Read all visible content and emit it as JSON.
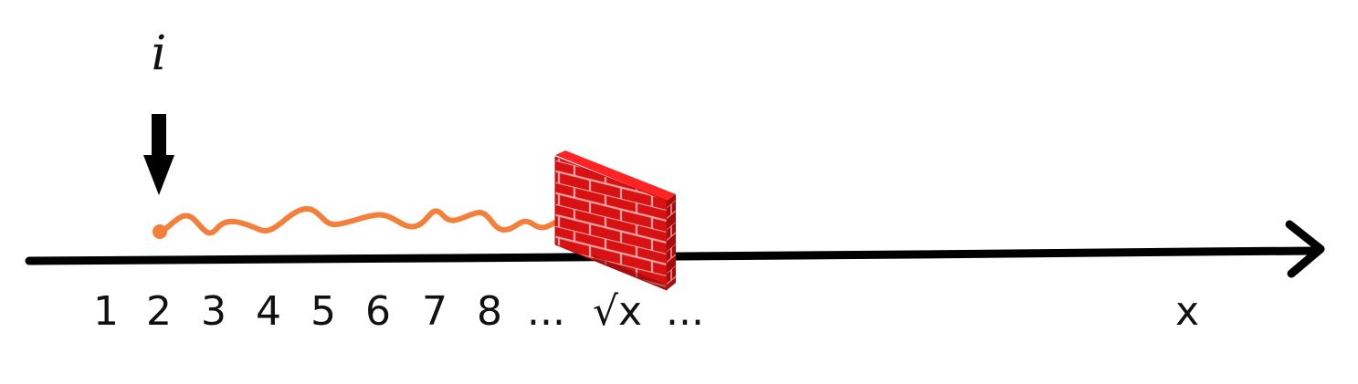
{
  "pointer": {
    "label": "i"
  },
  "axis": {
    "ticks": [
      "1",
      "2",
      "3",
      "4",
      "5",
      "6",
      "7",
      "8",
      "...",
      "√x",
      "..."
    ],
    "end_label": "x"
  },
  "colors": {
    "axis": "#000000",
    "path": "#f47f3a",
    "brick": "#d81212",
    "brick_top": "#ff2020",
    "mortar": "#f2a5a5"
  }
}
